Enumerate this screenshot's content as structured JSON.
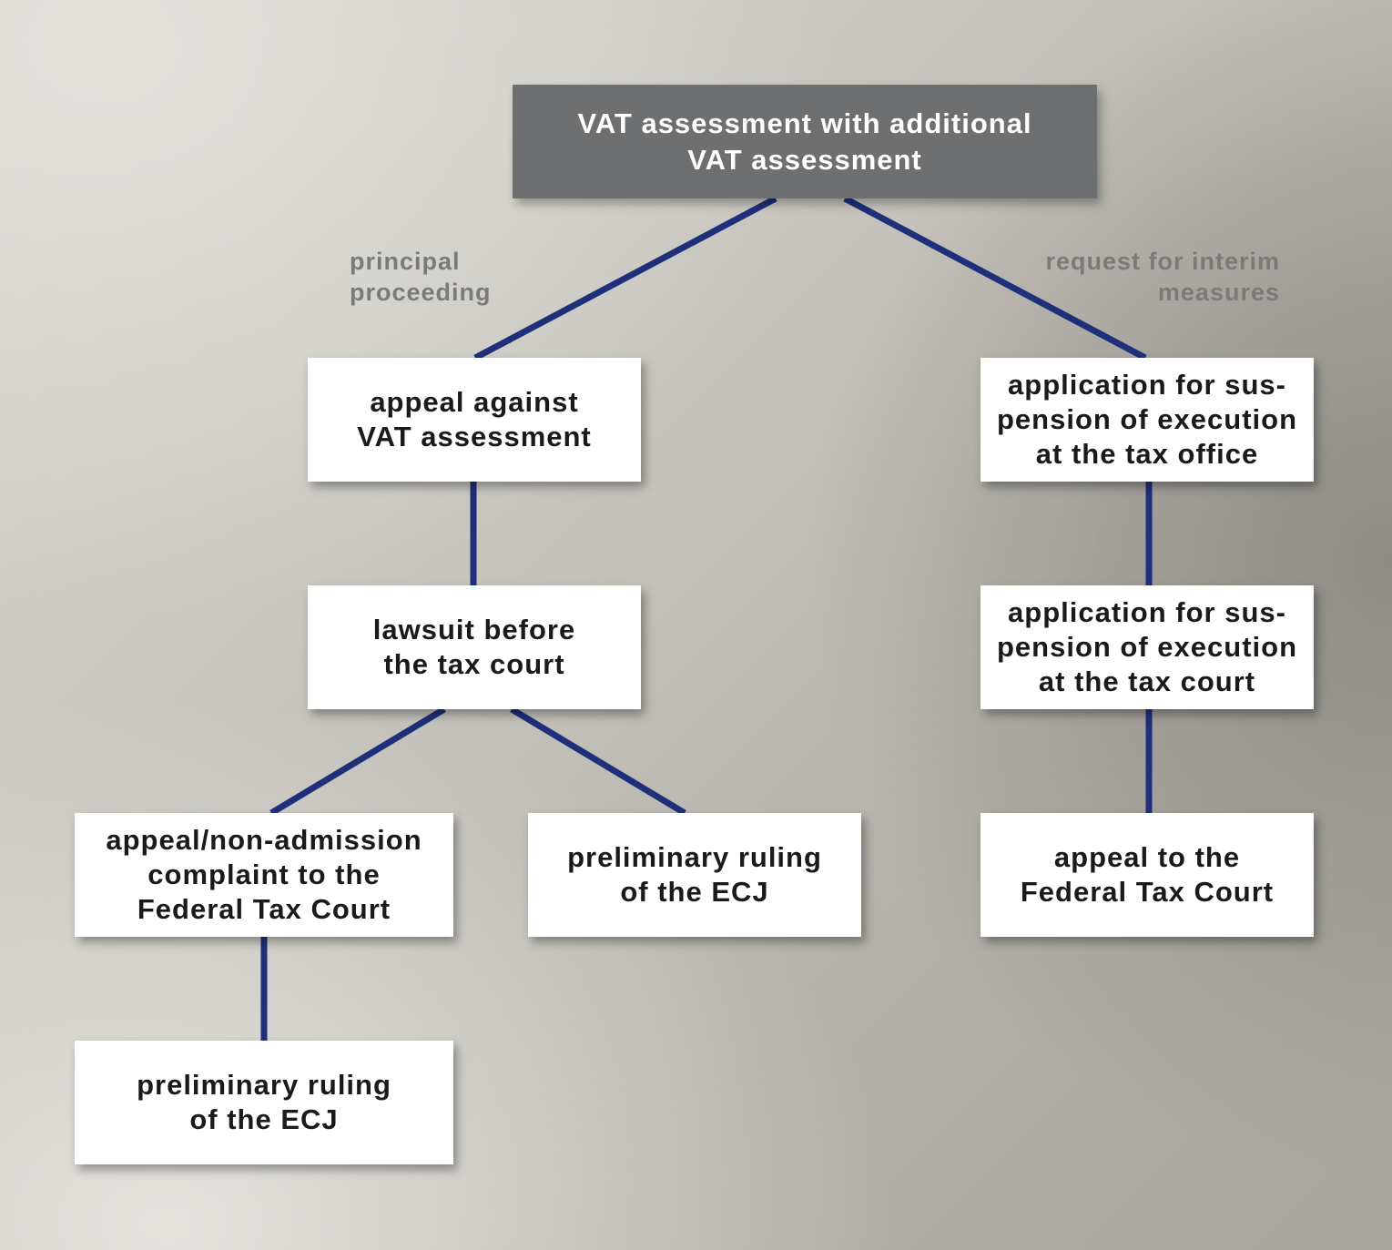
{
  "diagram": {
    "root": {
      "text": "VAT assessment with additional\nVAT assessment"
    },
    "branch_labels": {
      "left": "principal\nproceeding",
      "right": "request for interim\nmeasures"
    },
    "nodes": {
      "appeal": "appeal against\nVAT assessment",
      "lawsuit": "lawsuit before\nthe tax court",
      "appeal_federal": "appeal/non-admission\ncomplaint to the\nFederal Tax Court",
      "ecj_middle": "preliminary ruling\nof the ECJ",
      "ecj_bottom": "preliminary ruling\nof the ECJ",
      "suspension_office": "application for sus-\npension of execution\nat the tax office",
      "suspension_court": "application for sus-\npension of execution\nat the tax court",
      "appeal_ftc": "appeal to the\nFederal Tax Court"
    },
    "colors": {
      "connector": "#1f2f7a",
      "root_fill": "#6e6f71",
      "node_fill": "#ffffff",
      "label_text": "#7a7a7a"
    }
  }
}
